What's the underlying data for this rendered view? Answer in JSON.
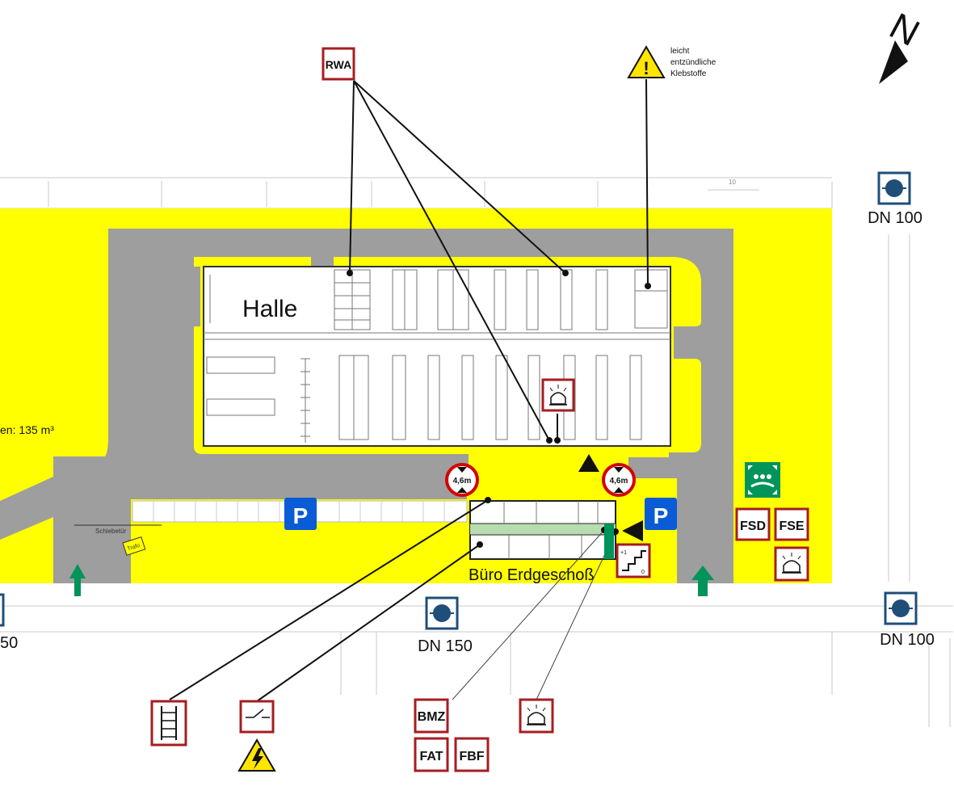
{
  "labels": {
    "halle": "Halle",
    "buero": "Büro Erdgeschoß",
    "volumen": "en: 135 m³",
    "schiebetuer": "Schiebetür",
    "trafo": "Trafo",
    "klebstoffe_1": "leicht",
    "klebstoffe_2": "entzündliche",
    "klebstoffe_3": "Klebstoffe",
    "north": "N",
    "scale_10": "10"
  },
  "signs": {
    "rwa": "RWA",
    "bmz": "BMZ",
    "fat": "FAT",
    "fbf": "FBF",
    "fsd": "FSD",
    "fse": "FSE",
    "parking": "P",
    "height_limit": "4,6m",
    "stairs_top": "+1",
    "stairs_bottom": "0"
  },
  "hydrants": [
    {
      "label": "DN 100"
    },
    {
      "label": "DN 150"
    },
    {
      "label": "DN 100"
    },
    {
      "label": "50"
    }
  ],
  "colors": {
    "yellow": "#ffff00",
    "road": "#9e9e9e",
    "sign_red": "#a51e22",
    "parking_blue": "#0a5bd6",
    "hydrant_blue": "#1f4e79",
    "green": "#00935a",
    "warning_yellow": "#ffe500"
  }
}
